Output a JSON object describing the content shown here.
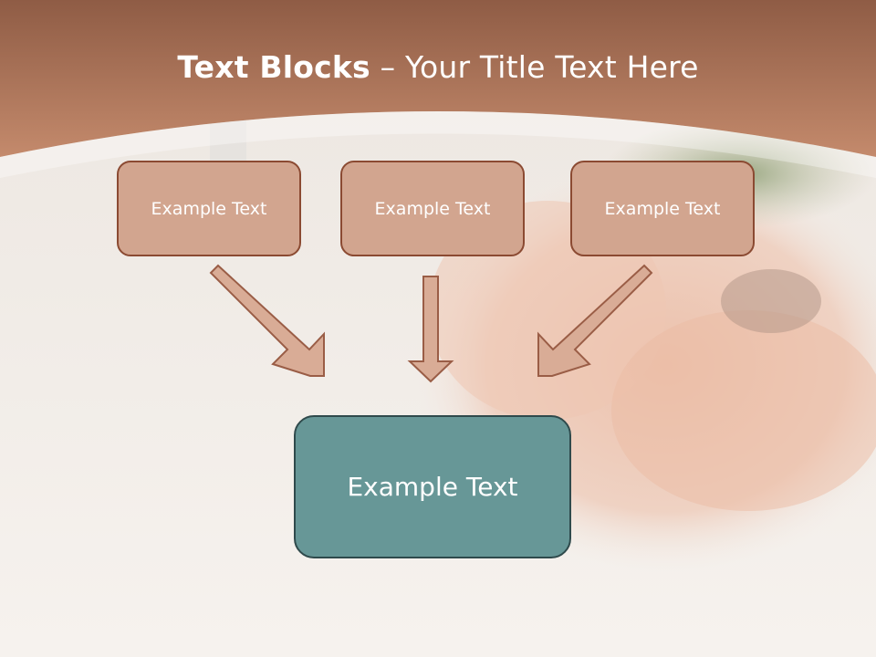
{
  "title": {
    "bold": "Text Blocks",
    "dash": "–",
    "rest": "Your Title Text Here"
  },
  "blocks": [
    {
      "label": "Example Text"
    },
    {
      "label": "Example Text"
    },
    {
      "label": "Example Text"
    }
  ],
  "result": {
    "label": "Example Text"
  },
  "colors": {
    "header": "#b8795c",
    "box_fill": "#d2a58f",
    "box_border": "#8b4a32",
    "result_fill": "#679797",
    "result_border": "#2f4a4c",
    "arrow_fill": "#d9ac96",
    "arrow_stroke": "#9a5d46"
  }
}
